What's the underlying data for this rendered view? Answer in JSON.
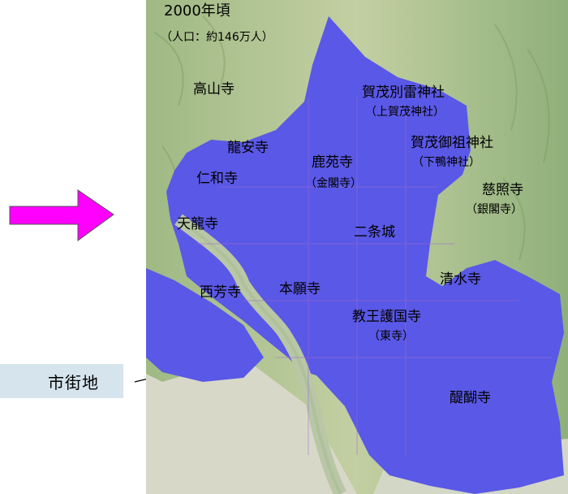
{
  "header": {
    "year": "2000年頃",
    "population": "（人口：約146万人）"
  },
  "legend": {
    "label": "市街地",
    "urban_color": "#5a58e6",
    "arrow_color": "#ff00ff"
  },
  "places": {
    "koyamaji": "高山寺",
    "kamo_wake": "賀茂別雷神社",
    "kamo_wake_alt": "（上賀茂神社）",
    "ryoanji": "龍安寺",
    "rokuonji": "鹿苑寺",
    "rokuonji_alt": "（金閣寺）",
    "kamo_mioya": "賀茂御祖神社",
    "kamo_mioya_alt": "（下鴨神社）",
    "ninnaji": "仁和寺",
    "jishoji": "慈照寺",
    "jishoji_alt": "（銀閣寺）",
    "tenryuji": "天龍寺",
    "nijojo": "二条城",
    "kiyomizu": "清水寺",
    "saihoji": "西芳寺",
    "honganji": "本願寺",
    "kyoogokokuji": "教王護国寺",
    "kyoogokokuji_alt": "（東寺）",
    "daigoji": "醍醐寺"
  }
}
